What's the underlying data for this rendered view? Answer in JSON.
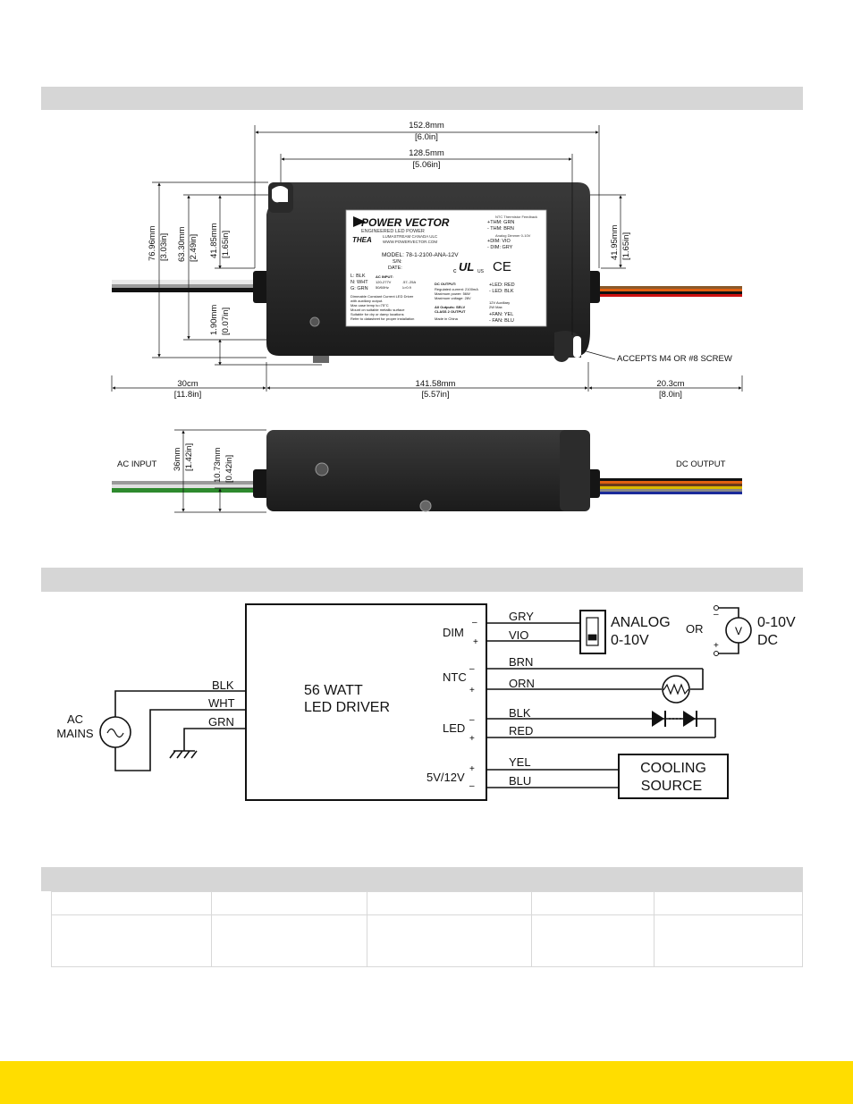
{
  "dimensions": {
    "overall_width_mm": "152.8mm",
    "overall_width_in": "[6.0in]",
    "mount_spacing_mm": "128.5mm",
    "mount_spacing_in": "[5.06in]",
    "height1_mm": "76.96mm",
    "height1_in": "[3.03in]",
    "height2_mm": "63.30mm",
    "height2_in": "[2.49in]",
    "height3_mm": "41.85mm",
    "height3_in": "[1.65in]",
    "height4_mm": "1.90mm",
    "height4_in": "[0.07in]",
    "right_height_mm": "41.95mm",
    "right_height_in": "[1.65in]",
    "left_lead_mm": "30cm",
    "left_lead_in": "[11.8in]",
    "body_length_mm": "141.58mm",
    "body_length_in": "[5.57in]",
    "right_lead_mm": "20.3cm",
    "right_lead_in": "[8.0in]",
    "screw_note": "ACCEPTS M4 OR #8 SCREW",
    "side_height1_mm": "36mm",
    "side_height1_in": "[1.42in]",
    "side_height2_mm": "10.73mm",
    "side_height2_in": "[0.42in]",
    "ac_input": "AC INPUT",
    "dc_output": "DC OUTPUT"
  },
  "label": {
    "brand": "POWER VECTOR",
    "tagline": "ENGINEERED LED POWER",
    "series": "THEA",
    "company": "LUMASTREAM CANADA ULC",
    "website": "WWW.POWERVECTOR.COM",
    "model": "MODEL: 78-1-2100-ANA-12V",
    "sn": "S/N:",
    "date": "DATE:",
    "ntc_title": "NTC Thermistor Feedback",
    "thm_grn": "+THM: GRN",
    "thm_brn": "- THM: BRN",
    "dim_title": "Analog Dimmer 0-10V",
    "dim_vio": "+DIM: VIO",
    "dim_gry": "- DIM: GRY",
    "l_blk": "L: BLK",
    "n_wht": "N: WHT",
    "g_grn": "G: GRN",
    "ac_input": "AC INPUT:",
    "ac_v": "120-277V",
    "ac_a": ".57-.25A",
    "ac_hz": "50/60Hz",
    "ac_pf": "λ>0.9",
    "dc_output": "DC OUTPUT:",
    "reg_current": "Regulated current: 2100mA",
    "max_power": "Maximum power: 56W",
    "max_voltage": "Maximum voltage: 28V",
    "led_red": "+LED: RED",
    "led_blk": "- LED: BLK",
    "desc1": "Dimmable Constant Current LED Driver",
    "desc2": "with auxiliary output.",
    "desc3": "Max case temp tc=75°C",
    "desc4": "Mount on suitable metallic surface",
    "desc5": "Suitable for dry or damp locations",
    "desc6": "Refer to datasheet for proper installation",
    "all_outputs": "All Outputs: SELV",
    "class2": "CLASS 2 OUTPUT",
    "made_in": "Made in China",
    "aux": "12V Auxiliary",
    "aux_max": "2W Max",
    "fan_yel": "+FAN: YEL",
    "fan_blu": "- FAN: BLU",
    "cert_c": "c",
    "cert_us": "US",
    "cert_ce": "CE"
  },
  "wiring": {
    "driver_title_1": "56 WATT",
    "driver_title_2": "LED DRIVER",
    "ac_mains_1": "AC",
    "ac_mains_2": "MAINS",
    "wire_blk": "BLK",
    "wire_wht": "WHT",
    "wire_grn": "GRN",
    "dim": "DIM",
    "ntc": "NTC",
    "led": "LED",
    "fan": "5V/12V",
    "gry": "GRY",
    "vio": "VIO",
    "brn": "BRN",
    "orn": "ORN",
    "blk": "BLK",
    "red": "RED",
    "yel": "YEL",
    "blu": "BLU",
    "minus": "–",
    "plus": "+",
    "analog_1": "ANALOG",
    "analog_2": "0-10V",
    "or": "OR",
    "volt_1": "0-10V",
    "volt_2": "DC",
    "volt_symbol": "V",
    "cooling_1": "COOLING",
    "cooling_2": "SOURCE"
  }
}
